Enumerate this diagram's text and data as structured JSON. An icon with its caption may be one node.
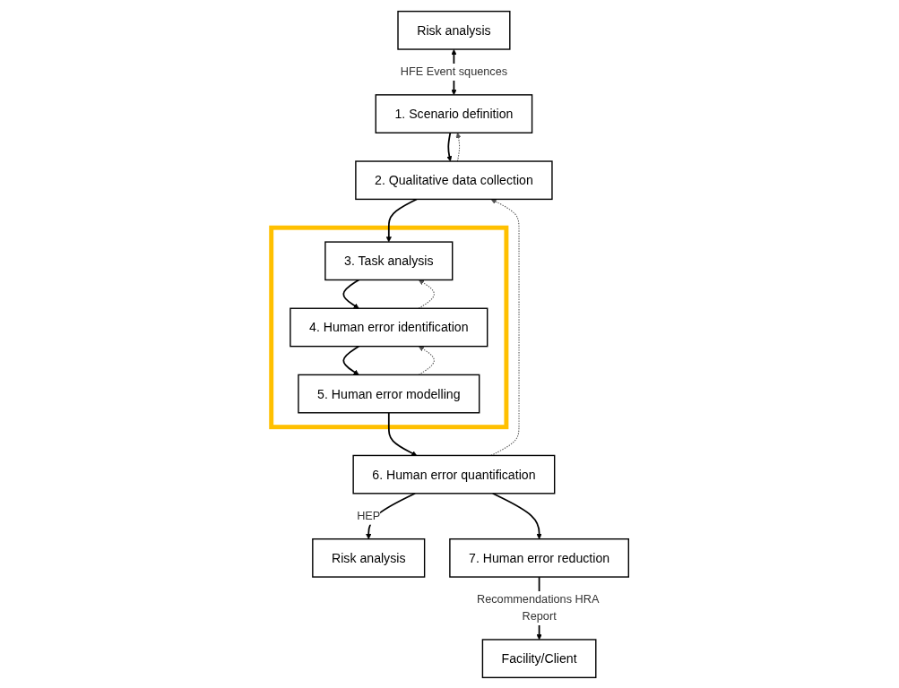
{
  "diagram": {
    "nodes": [
      {
        "text": [
          "Risk analysis"
        ]
      },
      {
        "text": [
          "1. Scenario definition"
        ]
      },
      {
        "text": [
          "2. Qualitative data collection"
        ]
      },
      {
        "text": [],
        "shape": "box"
      },
      {
        "text": [
          "3. Task analysis"
        ],
        "in": 3
      },
      {
        "text": [
          "4. Human error identification"
        ],
        "in": 3
      },
      {
        "text": [
          "5. Human error modelling"
        ],
        "in": 3
      },
      {
        "text": [
          "Risk analysis"
        ]
      },
      {
        "text": [
          "6. Human error quantification"
        ]
      },
      {
        "text": [
          "Facility/Client"
        ]
      },
      {
        "text": [
          "7. Human error reduction"
        ]
      }
    ],
    "edges": [
      {
        "from": 0,
        "to": 1,
        "arrow": "both",
        "label": "HFE Event squences"
      },
      {
        "from": 1,
        "to": 2,
        "arrow": "to"
      },
      {
        "from": 2,
        "to": 4,
        "arrow": "to"
      },
      {
        "from": 4,
        "to": 5,
        "arrow": "to"
      },
      {
        "from": 5,
        "to": 6,
        "arrow": "to"
      },
      {
        "from": 6,
        "to": 8,
        "arrow": "to"
      },
      {
        "from": 8,
        "to": 7,
        "arrow": "to",
        "label": "HEP"
      },
      {
        "from": 8,
        "to": 10,
        "arrow": "to"
      },
      {
        "from": 10,
        "to": 9,
        "arrow": "to",
        "label": "Recommendations HRA Report"
      },
      {
        "from": 2,
        "to": 1,
        "arrow": "to",
        "style": "dashed"
      },
      {
        "from": 8,
        "to": 2,
        "arrow": "to",
        "style": "dashed"
      },
      {
        "from": 6,
        "to": 5,
        "arrow": "to",
        "style": "dashed"
      },
      {
        "from": 5,
        "to": 4,
        "arrow": "to",
        "style": "dashed"
      }
    ]
  }
}
